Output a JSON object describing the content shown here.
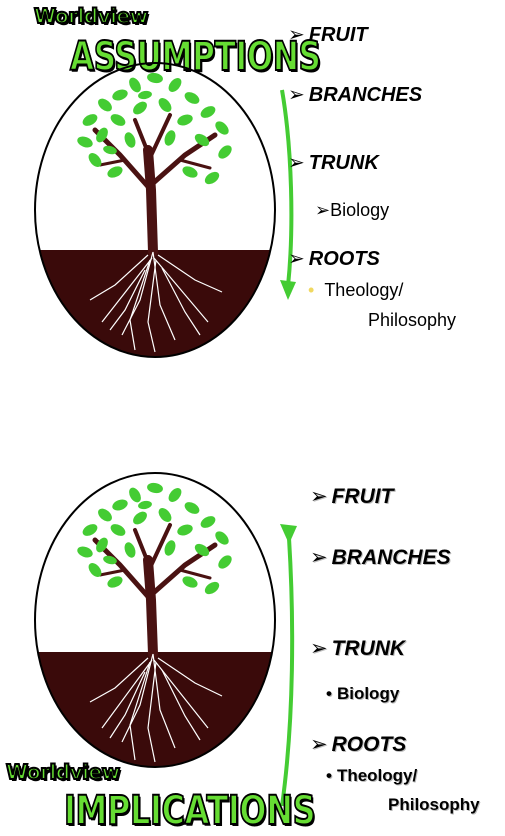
{
  "panel_top": {
    "title_small": "Worldview",
    "title_big": "ASSUMPTIONS",
    "items": [
      {
        "marker": "➢",
        "label": "FRUIT"
      },
      {
        "marker": "➢",
        "label": "BRANCHES"
      },
      {
        "marker": "➢",
        "label": "TRUNK"
      },
      {
        "marker": "➢",
        "label": "ROOTS"
      }
    ],
    "sub_trunk": {
      "marker": "➢",
      "label": "Biology"
    },
    "sub_roots": {
      "marker": "•",
      "line1": "Theology/",
      "line2": "Philosophy"
    },
    "arrow_direction": "down"
  },
  "panel_bottom": {
    "title_small": "Worldview",
    "title_big": "IMPLICATIONS",
    "items": [
      {
        "marker": "➢",
        "label": "FRUIT"
      },
      {
        "marker": "➢",
        "label": "BRANCHES"
      },
      {
        "marker": "➢",
        "label": "TRUNK"
      },
      {
        "marker": "➢",
        "label": "ROOTS"
      }
    ],
    "sub_trunk": {
      "marker": "•",
      "label": "Biology"
    },
    "sub_roots": {
      "marker": "•",
      "line1": "Theology/",
      "line2": "Philosophy"
    },
    "arrow_direction": "up"
  },
  "colors": {
    "accent_green": "#66dd33",
    "soil": "#3a0a0a",
    "trunk": "#4a1212",
    "leaf": "#44cc33"
  }
}
